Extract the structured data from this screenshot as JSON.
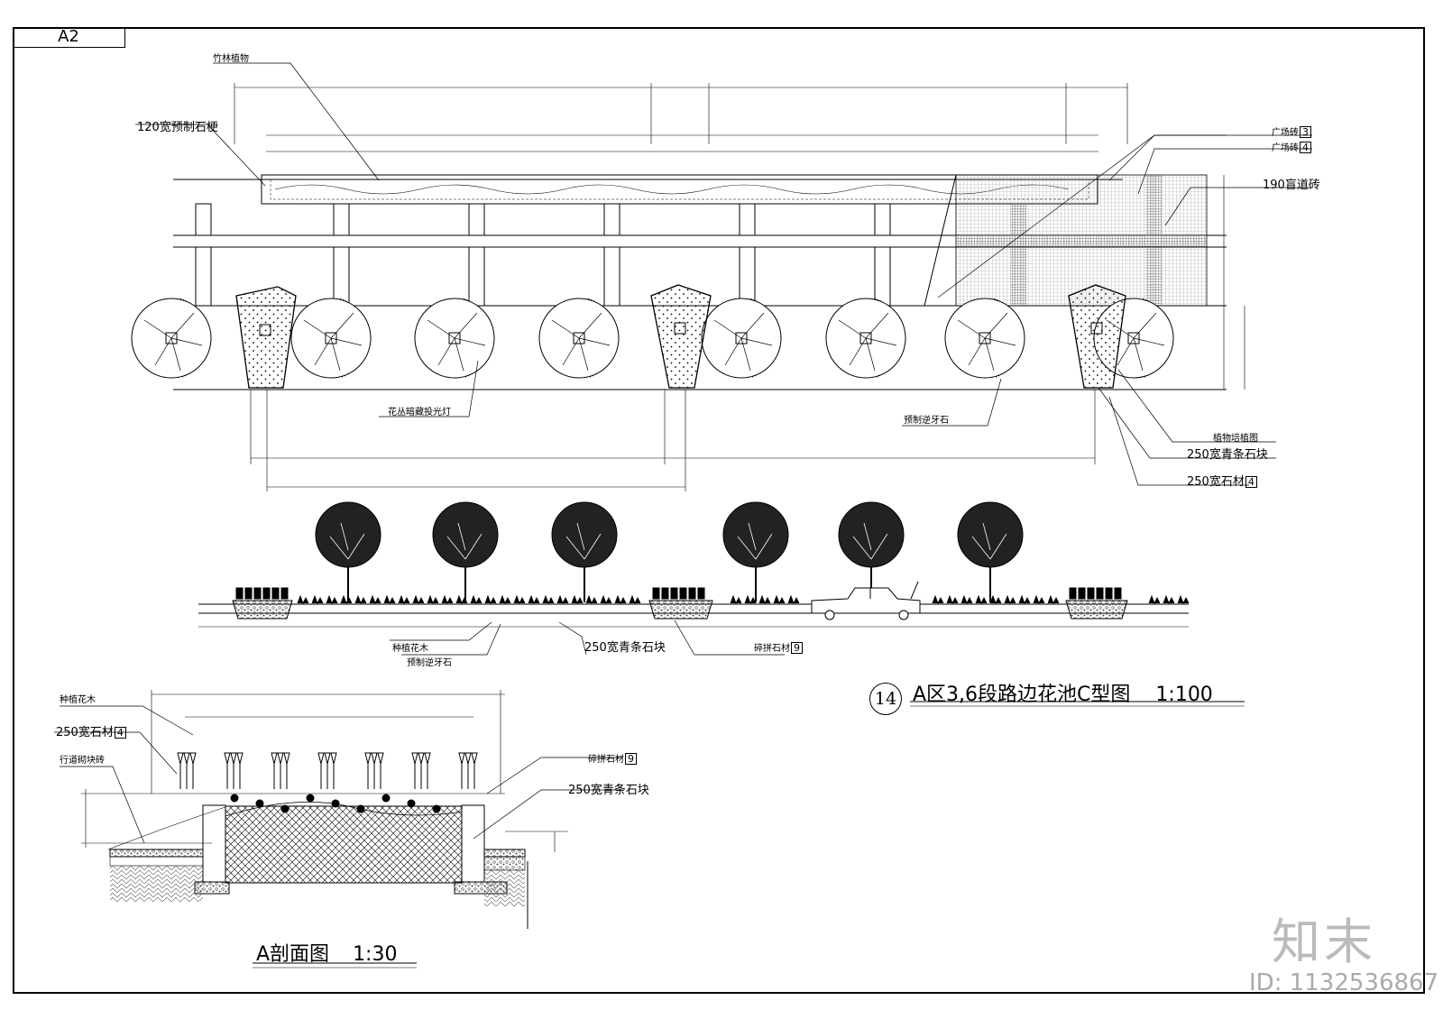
{
  "sheet": {
    "tag": "A2"
  },
  "plan_labels": {
    "bamboo": "竹林植物",
    "curb120": "120宽预制石梗",
    "plaza3": "广场砖",
    "plaza3_num": "3",
    "plaza4": "广场砖",
    "plaza4_num": "4",
    "blind190": "190盲道砖",
    "light": "花丛暗藏投光灯",
    "teeth": "预制逆牙石",
    "planting": "植物培植图",
    "bluestone250": "250宽青条石块",
    "stone250": "250宽石材",
    "stone250_num": "4"
  },
  "elev_labels": {
    "flowers": "种植花木",
    "teeth": "预制逆牙石",
    "bluestone250": "250宽青条石块",
    "mosaic": "碎拼石材",
    "mosaic_num": "9"
  },
  "main_title": {
    "num": "14",
    "text": "A区3,6段路边花池C型图",
    "scale": "1:100"
  },
  "section_labels": {
    "flowers": "种植花木",
    "stone250": "250宽石材",
    "stone250_num": "4",
    "pavement": "行道砌块砖",
    "mosaic": "碎拼石材",
    "mosaic_num": "9",
    "bluestone250": "250宽青条石块"
  },
  "section_title": {
    "text": "A剖面图",
    "scale": "1:30"
  },
  "watermark": {
    "logo": "知末",
    "id": "ID: 1132536867"
  }
}
